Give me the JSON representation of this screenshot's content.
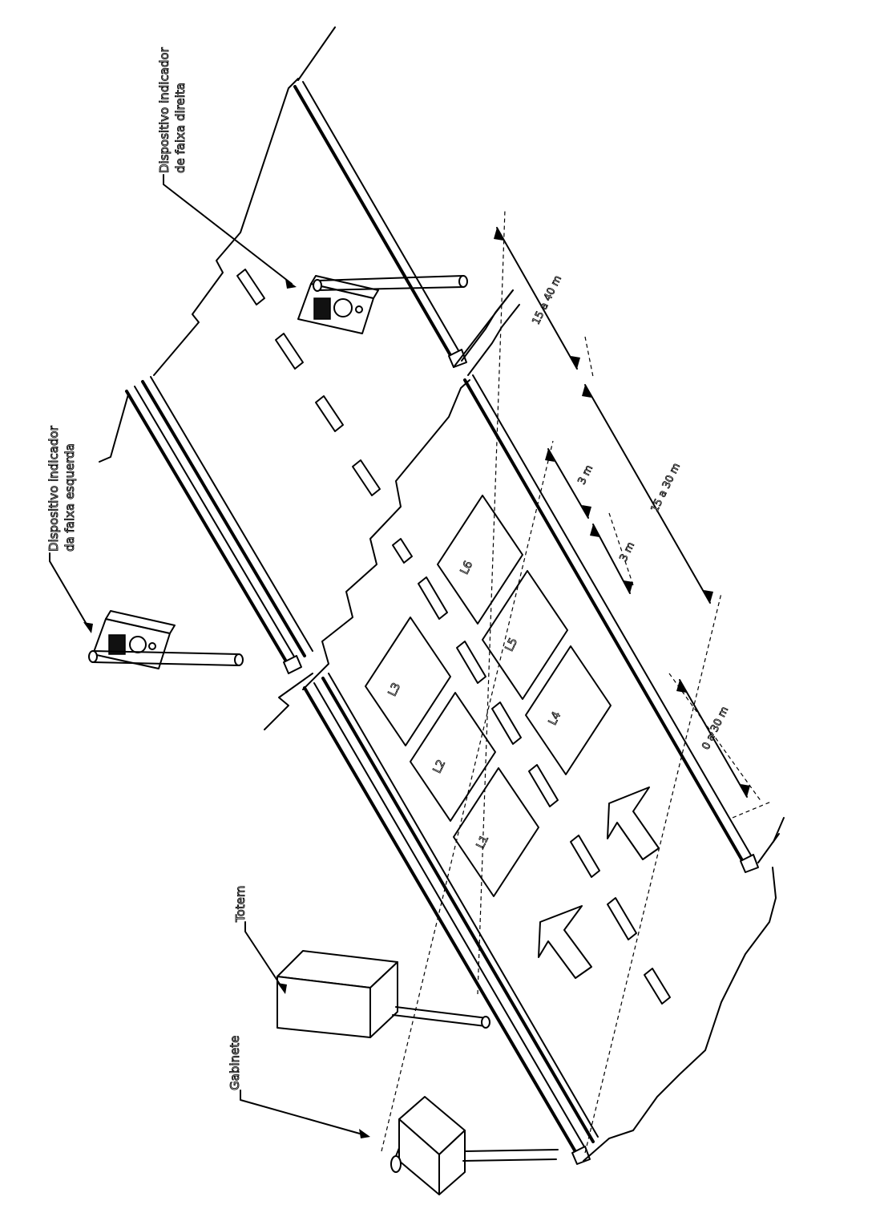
{
  "labels": {
    "cabinet": "Gabinete",
    "totem": "Totem",
    "device_left_line1": "Dispositivo indicador",
    "device_left_line2": "da faixa esquerda",
    "device_right_line1": "Dispositivo indicador",
    "device_right_line2": "de faixa direita"
  },
  "lanes": [
    "L1",
    "L2",
    "L3",
    "L4",
    "L5",
    "L6"
  ],
  "dimensions": {
    "d1": "15 a 40 m",
    "d2": "15 a 30 m",
    "d3": "3 m",
    "d4": "3 m",
    "d5": "0 a 30 m"
  }
}
